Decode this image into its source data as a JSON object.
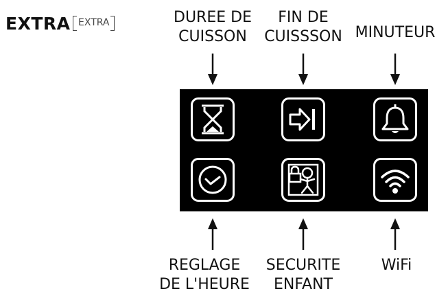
{
  "header": {
    "title": "EXTRA",
    "bracket_label": "EXTRA"
  },
  "top_labels": {
    "duration": [
      "DUREE DE",
      "CUISSON"
    ],
    "end": [
      "FIN DE",
      "CUISSSON"
    ],
    "timer": [
      "MINUTEUR"
    ]
  },
  "bottom_labels": {
    "clock": [
      "REGLAGE",
      "DE L'HEURE"
    ],
    "lock": [
      "SECURITE",
      "ENFANT"
    ],
    "wifi": [
      "WiFi"
    ]
  },
  "icons": {
    "row1": [
      "hourglass-icon",
      "skip-end-icon",
      "bell-icon"
    ],
    "row2": [
      "clock-icon",
      "child-lock-icon",
      "wifi-icon"
    ]
  },
  "colors": {
    "panel": "#000000",
    "icon": "#ffffff",
    "text": "#111111"
  }
}
